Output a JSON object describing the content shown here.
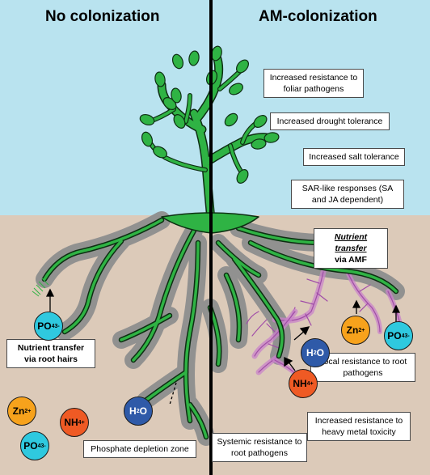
{
  "titles": {
    "left": "No colonization",
    "right": "AM-colonization"
  },
  "colors": {
    "sky": "#b9e3ef",
    "soil": "#dccab9",
    "plant": "#2fb344",
    "plant_outline": "#0d2e12",
    "shadow": "#8e8e8e",
    "amf": "#c983c9",
    "cyan_ion": "#2fc9df",
    "orange_ion": "#f7a21c",
    "red_ion": "#ef5a24",
    "blue_ion": "#2f5aa8"
  },
  "benefits": {
    "foliar": "Increased resistance to foliar pathogens",
    "drought": "Increased drought tolerance",
    "salt": "Increased salt tolerance",
    "sar": "SAR-like responses (SA and JA dependent)"
  },
  "nutrient_amf": {
    "line1": "Nutrient transfer",
    "line2": "via AMF"
  },
  "nutrient_roothairs": "Nutrient transfer via root hairs",
  "local_resistance": "Local resistance to root pathogens",
  "heavy_metal": "Increased resistance to heavy metal toxicity",
  "systemic_resistance": "Systemic resistance to root pathogens",
  "phosphate_zone": "Phosphate depletion zone",
  "ions": {
    "po4": {
      "base": "PO",
      "sub": "4",
      "sup": "3-"
    },
    "zn": {
      "base": "Zn",
      "sup": "2+"
    },
    "nh4": {
      "base": "NH",
      "sub": "4",
      "sup": "+"
    },
    "h2o": {
      "base": "H",
      "sub": "2",
      "tail": "O"
    }
  }
}
